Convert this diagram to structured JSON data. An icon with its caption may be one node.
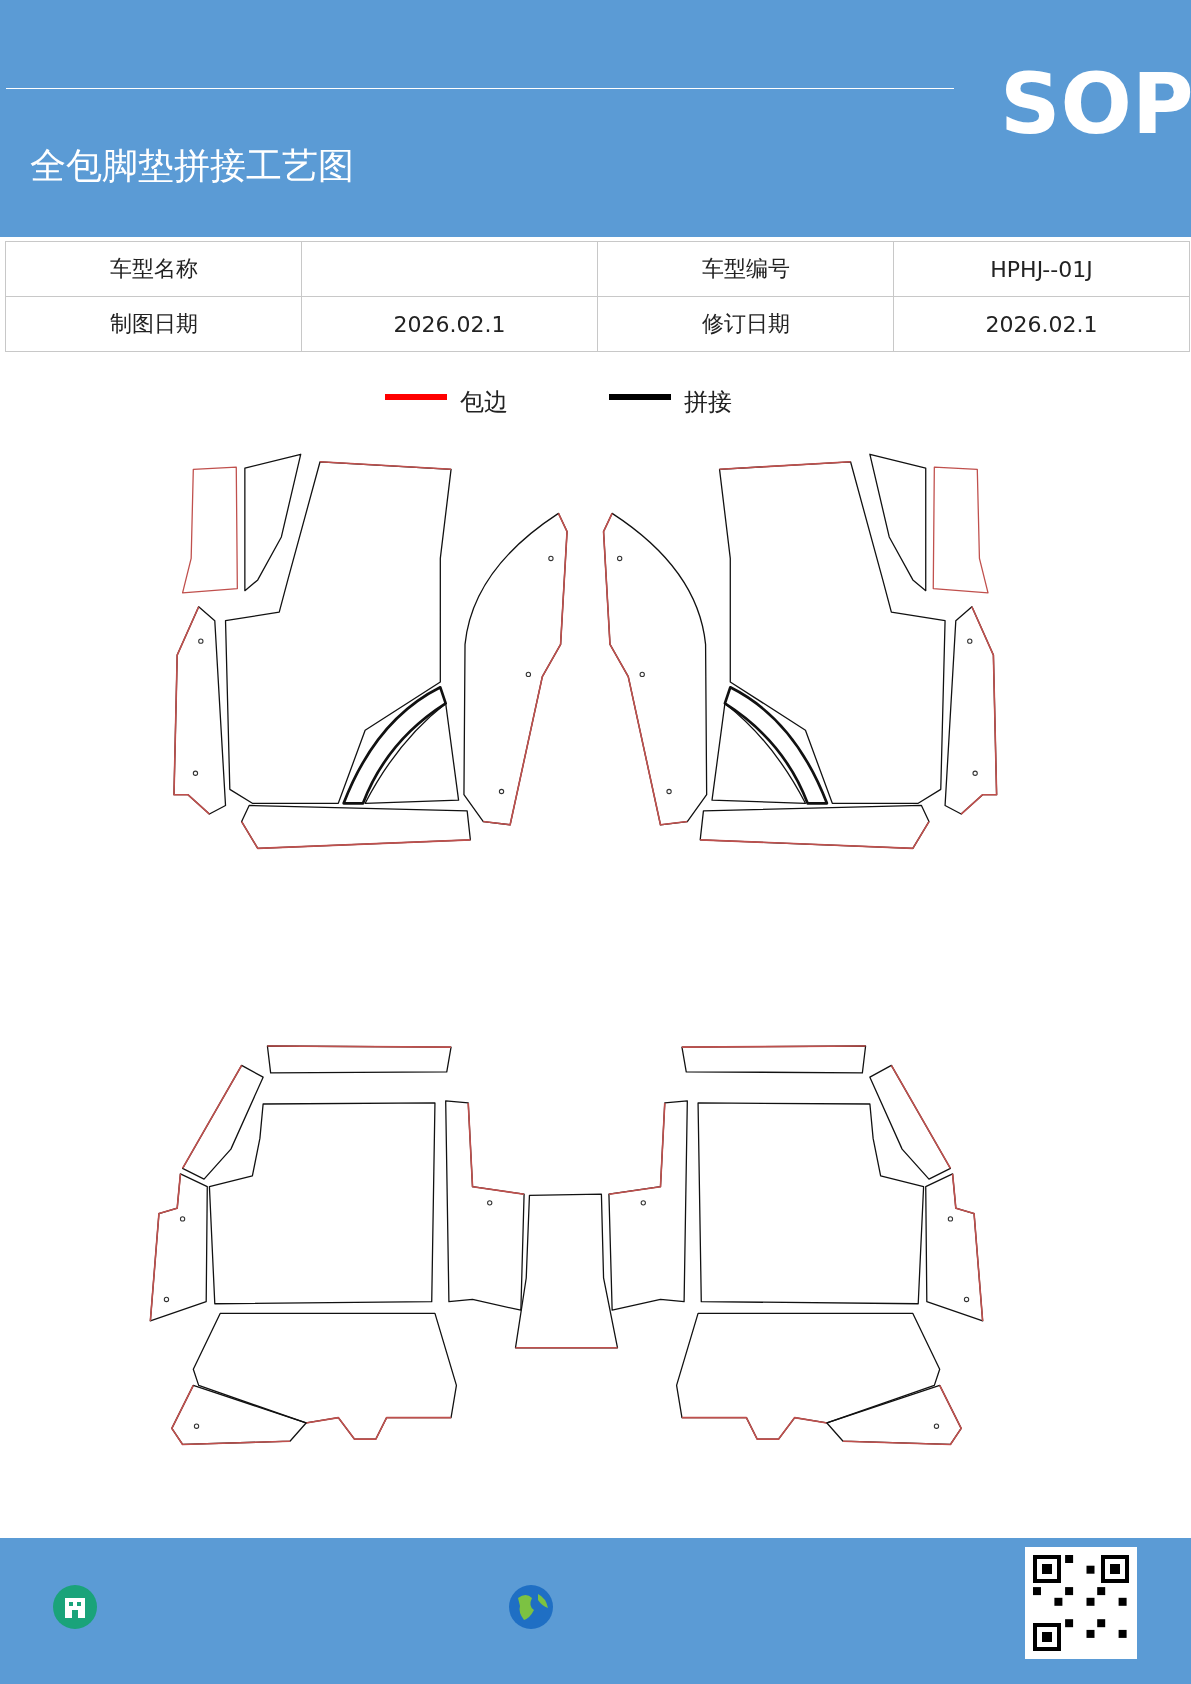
{
  "diagram": {
    "title": "全包脚垫拼接工艺图",
    "labels": [
      "SOP",
      "车型名称",
      "车型编号",
      "HPHJ--01J",
      "制图日期",
      "2026.02.1",
      "修订日期",
      "2026.02.1"
    ],
    "legend": [
      {
        "text": "包边"
      },
      {
        "text": "拼接"
      }
    ]
  }
}
